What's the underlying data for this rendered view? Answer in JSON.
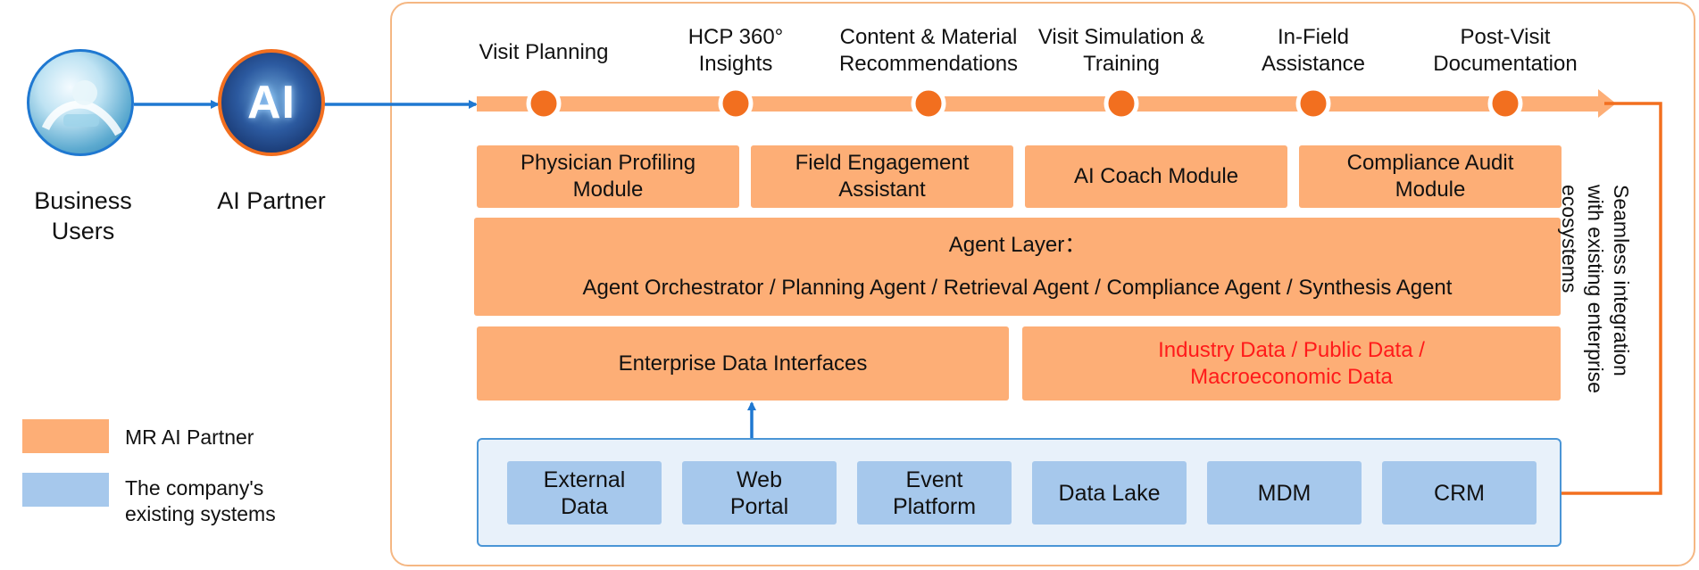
{
  "actors": [
    {
      "label": "Business\nUsers",
      "icon": "business-users-photo-icon"
    },
    {
      "label": "AI Partner",
      "icon": "ai-badge-icon",
      "badge_text": "AI"
    }
  ],
  "pipeline_stages": [
    {
      "label": "Visit Planning"
    },
    {
      "label": "HCP 360°\nInsights"
    },
    {
      "label": "Content & Material\nRecommendations"
    },
    {
      "label": "Visit Simulation &\nTraining"
    },
    {
      "label": "In-Field\nAssistance"
    },
    {
      "label": "Post-Visit\nDocumentation"
    }
  ],
  "modules": [
    {
      "label": "Physician Profiling\nModule"
    },
    {
      "label": "Field Engagement\nAssistant"
    },
    {
      "label": "AI Coach Module"
    },
    {
      "label": "Compliance Audit\nModule"
    }
  ],
  "agent_layer": {
    "title": "Agent Layer：",
    "agents": "Agent Orchestrator / Planning Agent / Retrieval Agent / Compliance Agent / Synthesis Agent"
  },
  "data_layer": {
    "enterprise": "Enterprise Data Interfaces",
    "industry": "Industry Data / Public Data /\nMacroeconomic Data"
  },
  "systems": [
    {
      "label": "External\nData"
    },
    {
      "label": "Web\nPortal"
    },
    {
      "label": "Event\nPlatform"
    },
    {
      "label": "Data Lake"
    },
    {
      "label": "MDM"
    },
    {
      "label": "CRM"
    }
  ],
  "integration_note": "Seamless integration\nwith existing enterprise\necosystems",
  "legend": [
    {
      "label": "MR AI Partner",
      "color": "#fdae76"
    },
    {
      "label": "The company's\nexisting systems",
      "color": "#a6c8ec"
    }
  ],
  "colors": {
    "orange": "#fdae76",
    "orange_dark": "#f26f1f",
    "orange_border": "#f5b783",
    "blue": "#a6c8ec",
    "blue_arrow": "#1f78d1",
    "highlight_red": "#ff1a1a"
  }
}
